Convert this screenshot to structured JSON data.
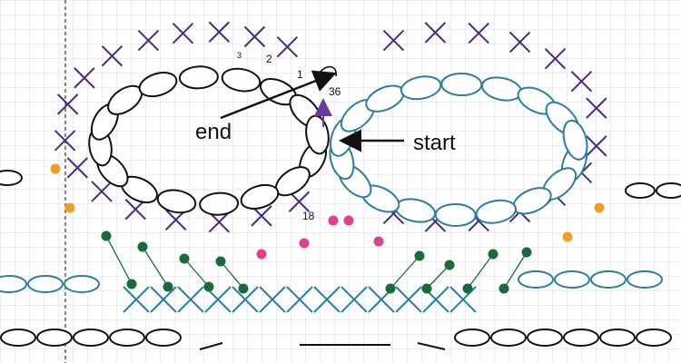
{
  "colors": {
    "black_stitches": "#111111",
    "blue_stitches": "#2a7fa0",
    "purple_stitches": "#4b2a80",
    "blue_x": "#2a7fa0",
    "green_dots": "#1a6a3a",
    "pink_dots": "#e0408c",
    "orange_dots": "#f0a020",
    "grid": "#d9dde6",
    "margin_line": "#333333",
    "start_arrow": "#111111",
    "purple_arrow": "#6a3aa0"
  },
  "labels": {
    "end": "end",
    "start": "start"
  },
  "stitch_numbers": {
    "n1": "1",
    "n2": "2",
    "n3": "3",
    "n36": "36",
    "n18": "18"
  }
}
